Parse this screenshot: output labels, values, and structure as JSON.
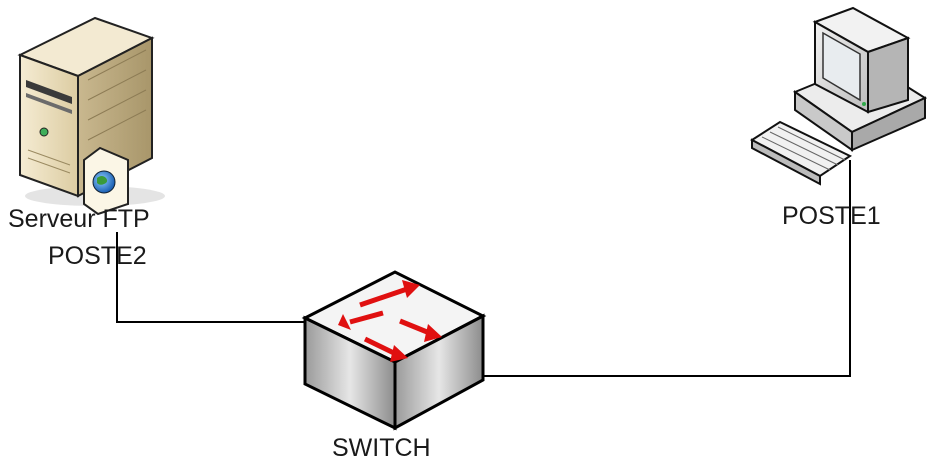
{
  "nodes": {
    "server": {
      "line1": "Serveur FTP",
      "line2": "POSTE2",
      "icon": "server-tower-icon",
      "badge_icon": "globe-document-icon"
    },
    "workstation": {
      "label": "POSTE1",
      "icon": "desktop-computer-icon"
    },
    "switch": {
      "label": "SWITCH",
      "icon": "network-switch-icon"
    }
  },
  "links": [
    {
      "from": "server",
      "to": "switch"
    },
    {
      "from": "switch",
      "to": "workstation"
    }
  ],
  "colors": {
    "line": "#000000",
    "switch_arrows": "#e01010",
    "server_body": "#e9dcbc",
    "monitor_screen": "#e8ecef"
  }
}
